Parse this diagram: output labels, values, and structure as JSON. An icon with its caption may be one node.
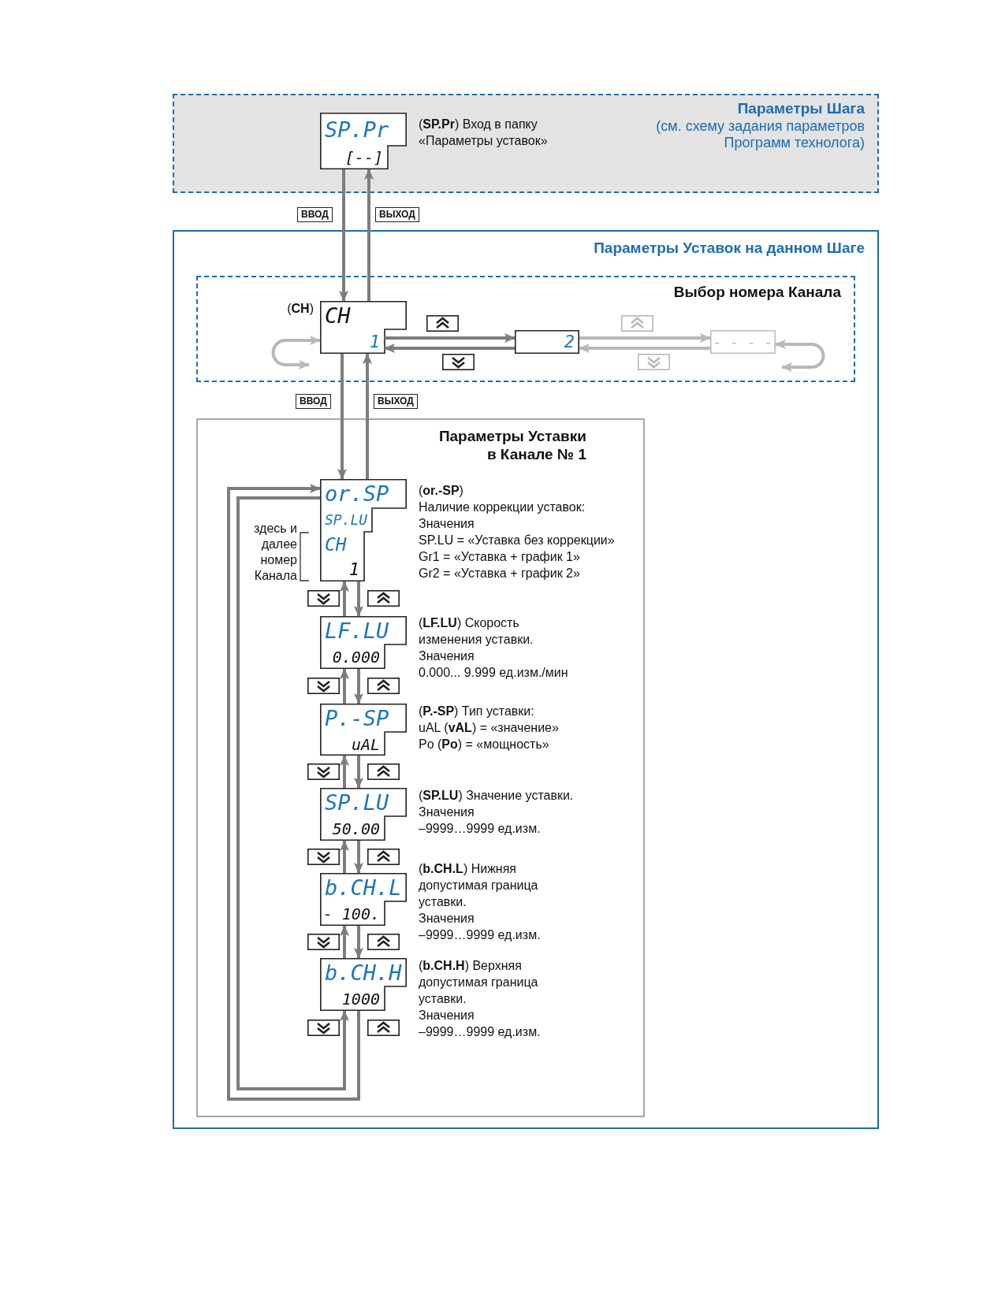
{
  "diagram": {
    "nodes": [
      {
        "text": [
          "Параметры Шага",
          "(см. схему задания параметров Программ технолога)"
        ]
      },
      {
        "text": [
          "SP.Pr",
          "[--]"
        ],
        "in": 0,
        "beside": [
          "(**SP.Pr**) Вход в папку «Параметры уставок»"
        ]
      },
      {
        "text": [
          "Параметры Уставок на данном Шаге"
        ]
      },
      {
        "text": [
          "Выбор номера Канала"
        ],
        "in": 2
      },
      {
        "text": [
          "CH",
          "1"
        ],
        "in": 3,
        "beside": [
          "(**CH**)"
        ]
      },
      {
        "text": [
          "2"
        ],
        "in": 3
      },
      {
        "text": [
          "- - - -"
        ],
        "in": 3
      },
      {
        "text": [
          "Параметры Уставки в Канале № 1"
        ],
        "in": 2
      },
      {
        "text": [
          "or.SP",
          "SP.LU",
          "CH",
          "1"
        ],
        "in": 7,
        "beside": [
          "(**or.-SP**)",
          "Наличие коррекции уставок:",
          "Значения",
          "SP.LU = «Уставка без коррекции»",
          "Gr1 = «Уставка + график 1»",
          "Gr2 = «Уставка + график 2»"
        ]
      },
      {
        "text": [
          "LF.LU",
          "0.000"
        ],
        "in": 7,
        "beside": [
          "(**LF.LU**) Скорость изменения уставки.",
          "Значения",
          "0.000... 9.999 ед.изм./мин"
        ]
      },
      {
        "text": [
          "P.-SP",
          "uAL"
        ],
        "in": 7,
        "beside": [
          "(**P.-SP**) Тип уставки:",
          "uAL (**vAL**) = «значение»",
          "Po (**Po**) = «мощность»"
        ]
      },
      {
        "text": [
          "SP.LU",
          "50.00"
        ],
        "in": 7,
        "beside": [
          "(**SP.LU**) Значение уставки.",
          "Значения",
          "–9999…9999 ед.изм."
        ]
      },
      {
        "text": [
          "b.CH.L",
          "- 100."
        ],
        "in": 7,
        "beside": [
          "(**b.CH.L**) Нижняя допустимая граница уставки.",
          "Значения",
          "–9999…9999 ед.изм."
        ]
      },
      {
        "text": [
          "b.CH.H",
          "1000"
        ],
        "in": 7,
        "beside": [
          "(**b.CH.H**) Верхняя допустимая граница уставки.",
          "Значения",
          "–9999…9999 ед.изм."
        ]
      }
    ],
    "edges": [
      {
        "from": 1,
        "to": 4,
        "arrow": "to",
        "label": "ВВОД"
      },
      {
        "from": 4,
        "to": 1,
        "arrow": "to",
        "label": "ВЫХОД"
      },
      {
        "from": 4,
        "to": 5,
        "arrow": "to"
      },
      {
        "from": 5,
        "to": 4,
        "arrow": "to"
      },
      {
        "from": 5,
        "to": 6,
        "arrow": "to",
        "color": "#b8b8b8"
      },
      {
        "from": 6,
        "to": 5,
        "arrow": "to",
        "color": "#b8b8b8"
      },
      {
        "from": null,
        "to": 4,
        "arrow": "both",
        "color": "#b8b8b8"
      },
      {
        "from": null,
        "to": 6,
        "arrow": "both",
        "color": "#b8b8b8"
      },
      {
        "from": 4,
        "to": 8,
        "arrow": "to",
        "label": "ВВОД"
      },
      {
        "from": 8,
        "to": 4,
        "arrow": "to",
        "label": "ВЫХОД"
      },
      {
        "from": 8,
        "to": 9,
        "arrow": "to"
      },
      {
        "from": 9,
        "to": 8,
        "arrow": "to"
      },
      {
        "from": 9,
        "to": 10,
        "arrow": "to"
      },
      {
        "from": 10,
        "to": 9,
        "arrow": "to"
      },
      {
        "from": 10,
        "to": 11,
        "arrow": "to"
      },
      {
        "from": 11,
        "to": 10,
        "arrow": "to"
      },
      {
        "from": 11,
        "to": 12,
        "arrow": "to"
      },
      {
        "from": 12,
        "to": 11,
        "arrow": "to"
      },
      {
        "from": 12,
        "to": 13,
        "arrow": "to"
      },
      {
        "from": 13,
        "to": 12,
        "arrow": "to"
      },
      {
        "from": 13,
        "to": 8,
        "arrow": "to"
      },
      {
        "from": 8,
        "to": 13,
        "arrow": "to"
      }
    ],
    "labels": [
      "здесь и далее номер Канала"
    ]
  }
}
